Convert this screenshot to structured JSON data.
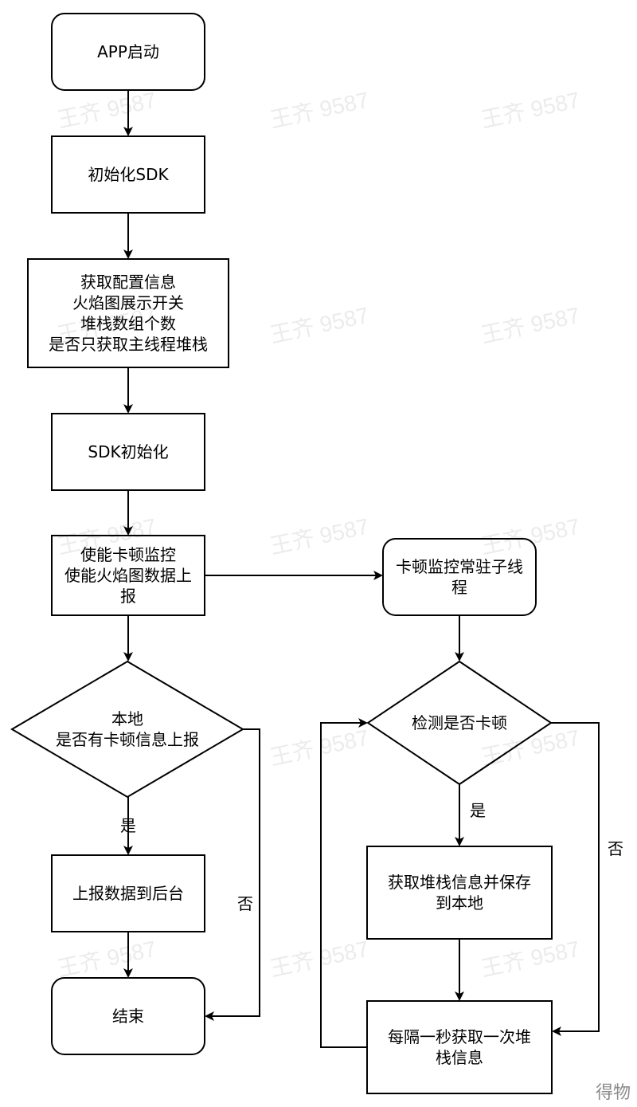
{
  "nodes": {
    "app_start": "APP启动",
    "init_sdk": "初始化SDK",
    "get_config": "获取配置信息\n火焰图展示开关\n堆栈数组个数\n是否只获取主线程堆栈",
    "sdk_init": "SDK初始化",
    "enable_monitor": "使能卡顿监控\n使能火焰图数据上\n报",
    "local_check": "本地\n是否有卡顿信息上报",
    "report_upload": "上报数据到后台",
    "end": "结束",
    "resident_thread": "卡顿监控常驻子线\n程",
    "detect_lag": "检测是否卡顿",
    "save_stack": "获取堆栈信息并保存\n到本地",
    "periodic_stack": "每隔一秒获取一次堆\n栈信息"
  },
  "edge_labels": {
    "left_yes": "是",
    "left_no": "否",
    "right_yes": "是",
    "right_no": "否"
  },
  "watermark": "王齐 9587",
  "corner_mark": "得物"
}
